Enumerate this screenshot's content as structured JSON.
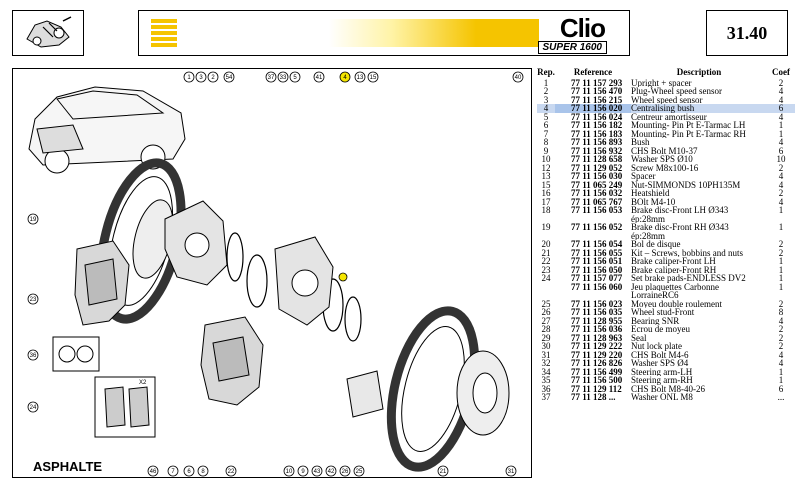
{
  "header": {
    "logo_text": "Clio",
    "logo_subtext": "SUPER 1600",
    "page_number": "31.40"
  },
  "diagram": {
    "label": "ASPHALTE",
    "highlight_color": "#f5e600",
    "stripe_color": "#f5c400",
    "top_callouts": [
      "1",
      "3",
      "2",
      "54",
      "37",
      "33",
      "5",
      "41",
      "4",
      "13",
      "15",
      "40"
    ],
    "bottom_callouts": [
      "46",
      "7",
      "6",
      "8",
      "22",
      "10",
      "9",
      "43",
      "42",
      "26",
      "25",
      "21",
      "31"
    ],
    "left_callouts": [
      "19",
      "23",
      "36",
      "24"
    ],
    "kit_label": "X2"
  },
  "table": {
    "headers": {
      "rep": "Rep.",
      "reference": "Reference",
      "description": "Description",
      "coef": "Coef"
    },
    "highlight_color": "#c8d8f0",
    "rows": [
      {
        "rep": "1",
        "ref": "77 11 157 293",
        "desc": "Upright + spacer",
        "coef": "2"
      },
      {
        "rep": "2",
        "ref": "77 11 156 470",
        "desc": "Plug-Wheel speed sensor",
        "coef": "4"
      },
      {
        "rep": "3",
        "ref": "77 11 156 215",
        "desc": "Wheel speed sensor",
        "coef": "4"
      },
      {
        "rep": "4",
        "ref": "77 11 156 020",
        "desc": "Centralising bush",
        "coef": "6",
        "highlight": true
      },
      {
        "rep": "5",
        "ref": "77 11 156 024",
        "desc": "Centreur amortisseur",
        "coef": "4"
      },
      {
        "rep": "6",
        "ref": "77 11 156 182",
        "desc": "Mounting- Pin Pt E-Tarmac LH",
        "coef": "1"
      },
      {
        "rep": "7",
        "ref": "77 11 156 183",
        "desc": "Mounting- Pin Pt E-Tarmac RH",
        "coef": "1"
      },
      {
        "rep": "8",
        "ref": "77 11 156 893",
        "desc": "Bush",
        "coef": "4"
      },
      {
        "rep": "9",
        "ref": "77 11 156 932",
        "desc": "CHS Bolt M10-37",
        "coef": "6"
      },
      {
        "rep": "10",
        "ref": "77 11 128 658",
        "desc": "Washer SPS Ø10",
        "coef": "10"
      },
      {
        "rep": "12",
        "ref": "77 11 129 052",
        "desc": "Screw M8x100-16",
        "coef": "2"
      },
      {
        "rep": "13",
        "ref": "77 11 156 030",
        "desc": "Spacer",
        "coef": "4"
      },
      {
        "rep": "15",
        "ref": "77 11 065 249",
        "desc": "Nut-SIMMONDS 10PH135M",
        "coef": "4"
      },
      {
        "rep": "16",
        "ref": "77 11 156 032",
        "desc": "Heatshield",
        "coef": "2"
      },
      {
        "rep": "17",
        "ref": "77 11 065 767",
        "desc": "BOlt M4-10",
        "coef": "4"
      },
      {
        "rep": "18",
        "ref": "77 11 156 053",
        "desc": "Brake disc-Front LH Ø343",
        "coef": "1"
      },
      {
        "rep": "",
        "ref": "",
        "desc": "ép:28mm",
        "coef": ""
      },
      {
        "rep": "19",
        "ref": "77 11 156 052",
        "desc": "Brake disc-Front RH Ø343",
        "coef": "1"
      },
      {
        "rep": "",
        "ref": "",
        "desc": "ép:28mm",
        "coef": ""
      },
      {
        "rep": "20",
        "ref": "77 11 156 054",
        "desc": "Bol de disque",
        "coef": "2"
      },
      {
        "rep": "21",
        "ref": "77 11 156 055",
        "desc": "Kit – Screws, bobbins and nuts",
        "coef": "2"
      },
      {
        "rep": "22",
        "ref": "77 11 156 051",
        "desc": "Brake caliper-Front LH",
        "coef": "1"
      },
      {
        "rep": "23",
        "ref": "77 11 156 050",
        "desc": "Brake caliper-Front RH",
        "coef": "1"
      },
      {
        "rep": "24",
        "ref": "77 11 157 077",
        "desc": "Set brake pads-ENDLESS DV2",
        "coef": "1"
      },
      {
        "rep": "",
        "ref": "77 11 156 060",
        "desc": "Jeu plaquettes Carbonne",
        "coef": "1"
      },
      {
        "rep": "",
        "ref": "",
        "desc": "LorraineRC6",
        "coef": ""
      },
      {
        "rep": "25",
        "ref": "77 11 156 023",
        "desc": "Moyeu double roulement",
        "coef": "2"
      },
      {
        "rep": "26",
        "ref": "77 11 156 035",
        "desc": "Wheel stud-Front",
        "coef": "8"
      },
      {
        "rep": "27",
        "ref": "77 11 128 955",
        "desc": "Bearing SNR",
        "coef": "4"
      },
      {
        "rep": "28",
        "ref": "77 11 156 036",
        "desc": "Ecrou de moyeu",
        "coef": "2"
      },
      {
        "rep": "29",
        "ref": "77 11 128 963",
        "desc": "Seal",
        "coef": "2"
      },
      {
        "rep": "30",
        "ref": "77 11 129 222",
        "desc": "Nut lock plate",
        "coef": "2"
      },
      {
        "rep": "31",
        "ref": "77 11 129 220",
        "desc": "CHS Bolt M4-6",
        "coef": "4"
      },
      {
        "rep": "32",
        "ref": "77 11 126 826",
        "desc": "Washer SPS Ø4",
        "coef": "4"
      },
      {
        "rep": "34",
        "ref": "77 11 156 499",
        "desc": "Steering arm-LH",
        "coef": "1"
      },
      {
        "rep": "35",
        "ref": "77 11 156 500",
        "desc": "Steering arm-RH",
        "coef": "1"
      },
      {
        "rep": "36",
        "ref": "77 11 129 112",
        "desc": "CHS Bolt M8-40-26",
        "coef": "6"
      },
      {
        "rep": "37",
        "ref": "77 11 128 ...",
        "desc": "Washer ONL M8",
        "coef": "..."
      }
    ]
  }
}
